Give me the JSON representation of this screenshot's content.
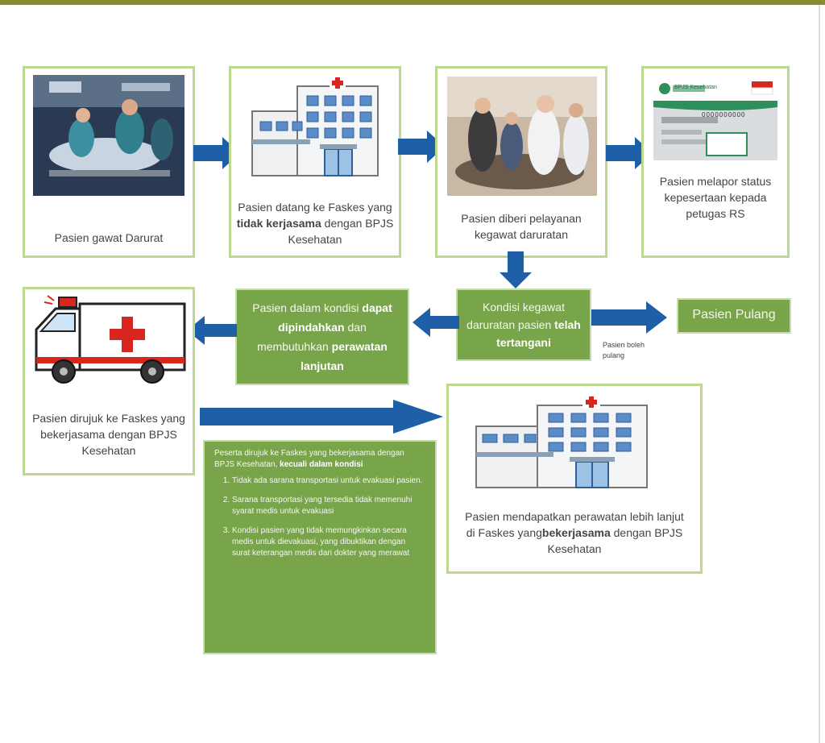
{
  "steps": {
    "emergency": "Pasien gawat Darurat",
    "arrive": {
      "pre": "Pasien datang ke Faskes yang ",
      "bold": "tidak kerjasama",
      "post": " dengan BPJS Kesehatan"
    },
    "served": "Pasien diberi pelayanan kegawat daruratan",
    "report": "Pasien melapor status kepesertaan kepada petugas RS"
  },
  "handled": {
    "pre": "Kondisi kegawat daruratan pasien ",
    "bold": "telah tertangani"
  },
  "movable": {
    "line1": "Pasien dalam kondisi ",
    "bold1": "dapat dipindahkan",
    "line2": " dan membutuhkan ",
    "bold2": "perawatan lanjutan"
  },
  "go_home": {
    "label": "Pasien Pulang",
    "note": "Pasien boleh pulang"
  },
  "referred": "Pasien dirujuk ke Faskes yang bekerjasama dengan BPJS Kesehatan",
  "further_care": {
    "pre": "Pasien mendapatkan perawatan lebih lanjut di Faskes yang",
    "bold": "bekerjasama",
    "post": " dengan BPJS Kesehatan"
  },
  "exceptions": {
    "intro_pre": "Peserta dirujuk ke Faskes yang bekerjasama dengan BPJS Kesehatan, ",
    "intro_bold": "kecuali dalam kondisi",
    "items": [
      "Tidak ada sarana transportasi untuk evakuasi pasien.",
      "Sarana transportasi yang tersedia tidak memenuhi syarat medis untuk evakuasi",
      "Kondisi pasien yang tidak memungkinkan secara medis untuk dievakuasi, yang dibuktikan dengan surat keterangan medis dari dokter yang merawat"
    ]
  },
  "card": {
    "logo": "BPJS Kesehatan",
    "number": "0000000000"
  },
  "colors": {
    "box_border": "#bcd98f",
    "green_fill": "#78a54a",
    "arrow_blue": "#1e5fa8"
  }
}
